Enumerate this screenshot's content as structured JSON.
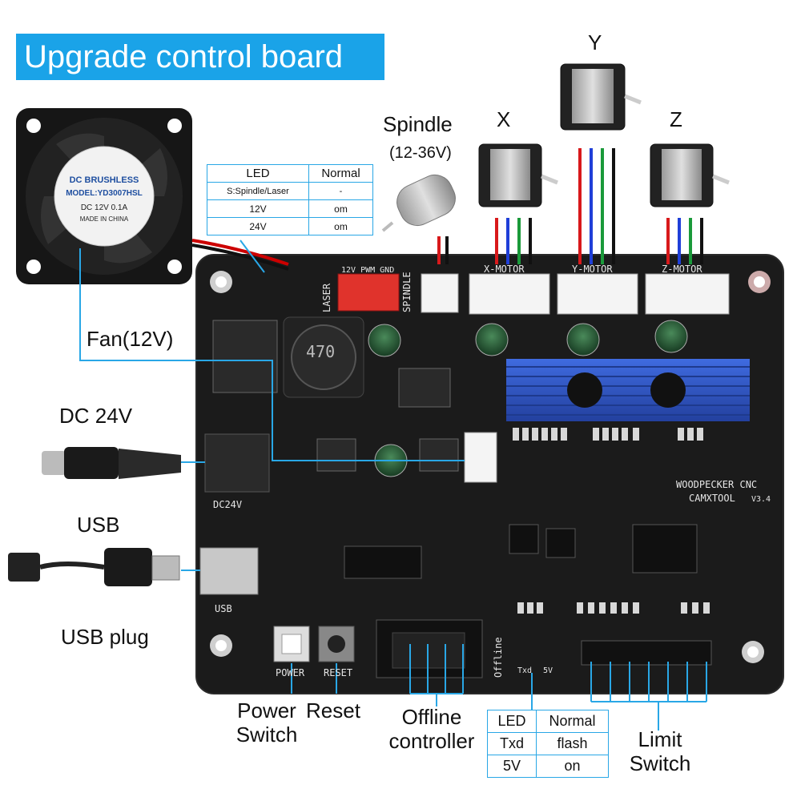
{
  "title": "Upgrade control board",
  "labels": {
    "spindle": "Spindle",
    "spindle_voltage": "(12-36V)",
    "axis_x": "X",
    "axis_y": "Y",
    "axis_z": "Z",
    "fan": "Fan(12V)",
    "dc": "DC 24V",
    "usb": "USB",
    "usb_plug": "USB plug",
    "power_switch_1": "Power",
    "power_switch_2": "Switch",
    "reset": "Reset",
    "offline_1": "Offline",
    "offline_2": "controller",
    "limit_1": "Limit",
    "limit_2": "Switch"
  },
  "top_led_table": {
    "header": [
      "LED",
      "Normal"
    ],
    "rows": [
      [
        "S:Spindle/Laser",
        "-"
      ],
      [
        "12V",
        "om"
      ],
      [
        "24V",
        "om"
      ]
    ]
  },
  "bottom_led_table": {
    "header": [
      "LED",
      "Normal"
    ],
    "rows": [
      [
        "Txd",
        "flash"
      ],
      [
        "5V",
        "on"
      ]
    ]
  },
  "board_silkscreen": {
    "x_motor": "X-MOTOR",
    "y_motor": "Y-MOTOR",
    "z_motor": "Z-MOTOR",
    "spindle": "SPINDLE",
    "laser": "LASER",
    "laser_pins": "12V PWM GND",
    "brand": "WOODPECKER CNC",
    "camxtool": "CAMXTOOL",
    "version": "V3.4",
    "dc24v": "DC24V",
    "usb": "USB",
    "power": "POWER",
    "reset": "RESET",
    "offline": "Offline",
    "inductor": "470",
    "txd": "Txd",
    "five_v": "5V"
  },
  "fan_label": {
    "brand": "DC BRUSHLESS",
    "model": "MODEL:YD3007HSL",
    "rating": "DC 12V 0.1A",
    "origin": "MADE IN CHINA"
  },
  "colors": {
    "accent": "#1aa3e8",
    "board": "#1b1b1b",
    "silkscreen": "#e6e6e6",
    "heatsink": "#2f56c9",
    "wire_red": "#d8191b",
    "wire_blue": "#1f3fd8",
    "wire_green": "#1a9a3a",
    "wire_black": "#111111"
  }
}
